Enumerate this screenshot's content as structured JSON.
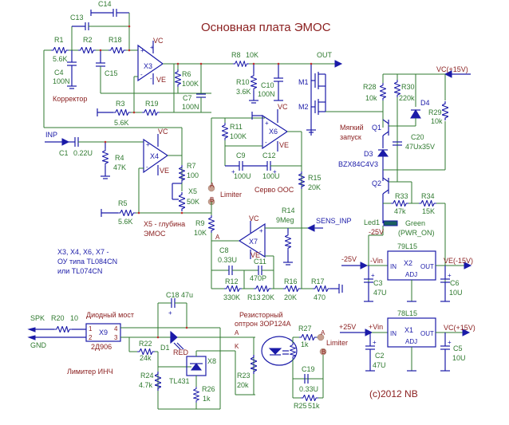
{
  "title": "Основная плата ЭМОС",
  "copyright": "(c)2012 NB",
  "notes": {
    "opamps_line1": "X3, X4, X6, X7 -",
    "opamps_line2": "ОУ типа TL084CN",
    "opamps_line3": "или TL074CN",
    "corrector": "Корректор",
    "depth_line1": "X5 - глубина",
    "depth_line2": "ЭМОС",
    "servo": "Серво ООС",
    "soft_start_line1": "Мягкий",
    "soft_start_line2": "запуск",
    "diode_bridge": "Диодный мост",
    "limiter_inch": "Лимитер ИНЧ",
    "optocoupler_line1": "Резисторный",
    "optocoupler_line2": "оптрон 3ОР124А",
    "green_led_line1": "Green",
    "green_led_line2": "(PWR_ON)"
  },
  "nets": {
    "inp": "INP",
    "out": "OUT",
    "sens_inp": "SENS_INP",
    "spk": "SPK",
    "gnd": "GND",
    "vc": "VC",
    "ve": "VE",
    "vc_15": "VC(+15V)",
    "ve_15": "VE(-15V)",
    "minus25": "-25V",
    "plus25": "+25V",
    "vin_neg": "-Vin",
    "vin_pos": "+Vin",
    "limiter": "Limiter",
    "pin_a": "A",
    "pin_b": "B",
    "pin_k": "K"
  },
  "components": {
    "R1": {
      "ref": "R1",
      "value": "5.6K"
    },
    "R2": {
      "ref": "R2",
      "value": ""
    },
    "R18": {
      "ref": "R18",
      "value": ""
    },
    "R3": {
      "ref": "R3",
      "value": "5.6K"
    },
    "R19": {
      "ref": "R19",
      "value": ""
    },
    "R4": {
      "ref": "R4",
      "value": "47K"
    },
    "R5": {
      "ref": "R5",
      "value": "5.6K"
    },
    "R6": {
      "ref": "R6",
      "value": "100K"
    },
    "R7": {
      "ref": "R7",
      "value": "100"
    },
    "R8": {
      "ref": "R8",
      "value": "10K"
    },
    "R9": {
      "ref": "R9",
      "value": "10K"
    },
    "R10": {
      "ref": "R10",
      "value": "3.6K"
    },
    "R11": {
      "ref": "R11",
      "value": "100K"
    },
    "R12": {
      "ref": "R12",
      "value": "330K"
    },
    "R13": {
      "ref": "R13",
      "value": "20K"
    },
    "R14": {
      "ref": "R14",
      "value": "9Meg"
    },
    "R15": {
      "ref": "R15",
      "value": "20K"
    },
    "R16": {
      "ref": "R16",
      "value": "20K"
    },
    "R17": {
      "ref": "R17",
      "value": "470"
    },
    "R20": {
      "ref": "R20",
      "value": "10"
    },
    "R22": {
      "ref": "R22",
      "value": "24k"
    },
    "R23": {
      "ref": "R23",
      "value": "20k"
    },
    "R24": {
      "ref": "R24",
      "value": "4.7k"
    },
    "R25": {
      "ref": "R25",
      "value": "51k"
    },
    "R26": {
      "ref": "R26",
      "value": "1k"
    },
    "R27": {
      "ref": "R27",
      "value": "1k"
    },
    "R28": {
      "ref": "R28",
      "value": "10k"
    },
    "R29": {
      "ref": "R29",
      "value": "10k"
    },
    "R30": {
      "ref": "R30",
      "value": "220k"
    },
    "R33": {
      "ref": "R33",
      "value": "47k"
    },
    "R34": {
      "ref": "R34",
      "value": "15K"
    },
    "C1": {
      "ref": "C1",
      "value": "0.22U"
    },
    "C3": {
      "ref": "C3",
      "value": "47U"
    },
    "C2": {
      "ref": "C2",
      "value": "47U"
    },
    "C4": {
      "ref": "C4",
      "value": "100N"
    },
    "C5": {
      "ref": "C5",
      "value": "10U"
    },
    "C6": {
      "ref": "C6",
      "value": "10U"
    },
    "C7": {
      "ref": "C7",
      "value": "100N"
    },
    "C8": {
      "ref": "C8",
      "value": "0.33U"
    },
    "C9": {
      "ref": "C9",
      "value": "100U"
    },
    "C10": {
      "ref": "C10",
      "value": "100N"
    },
    "C11": {
      "ref": "C11",
      "value": "470P"
    },
    "C12": {
      "ref": "C12",
      "value": "100U"
    },
    "C13": {
      "ref": "C13",
      "value": ""
    },
    "C14": {
      "ref": "C14",
      "value": ""
    },
    "C15": {
      "ref": "C15",
      "value": ""
    },
    "C18": {
      "ref": "C18",
      "value": "47u"
    },
    "C19": {
      "ref": "C19",
      "value": "0.33U"
    },
    "C20": {
      "ref": "C20",
      "value": "47Ux35V"
    },
    "X1": {
      "ref": "X1",
      "value": "78L15",
      "pin_in": "IN",
      "pin_out": "OUT",
      "pin_adj": "ADJ"
    },
    "X2": {
      "ref": "X2",
      "value": "79L15",
      "pin_in": "IN",
      "pin_out": "OUT",
      "pin_adj": "ADJ"
    },
    "X3": {
      "ref": "X3"
    },
    "X4": {
      "ref": "X4"
    },
    "X5": {
      "ref": "X5",
      "value": "50K"
    },
    "X6": {
      "ref": "X6"
    },
    "X7": {
      "ref": "X7"
    },
    "X8": {
      "ref": "X8",
      "value": "TL431"
    },
    "X9": {
      "ref": "X9",
      "value": "2Д906",
      "pin1": "1",
      "pin2": "2",
      "pin3": "3",
      "pin4": "4"
    },
    "D1": {
      "ref": "D1",
      "value": "RED"
    },
    "D3": {
      "ref": "D3",
      "value": "BZX84C4V3"
    },
    "D4": {
      "ref": "D4"
    },
    "Q1": {
      "ref": "Q1"
    },
    "Q2": {
      "ref": "Q2"
    },
    "M1": {
      "ref": "M1"
    },
    "M2": {
      "ref": "M2"
    },
    "Led1": {
      "ref": "Led1"
    }
  }
}
